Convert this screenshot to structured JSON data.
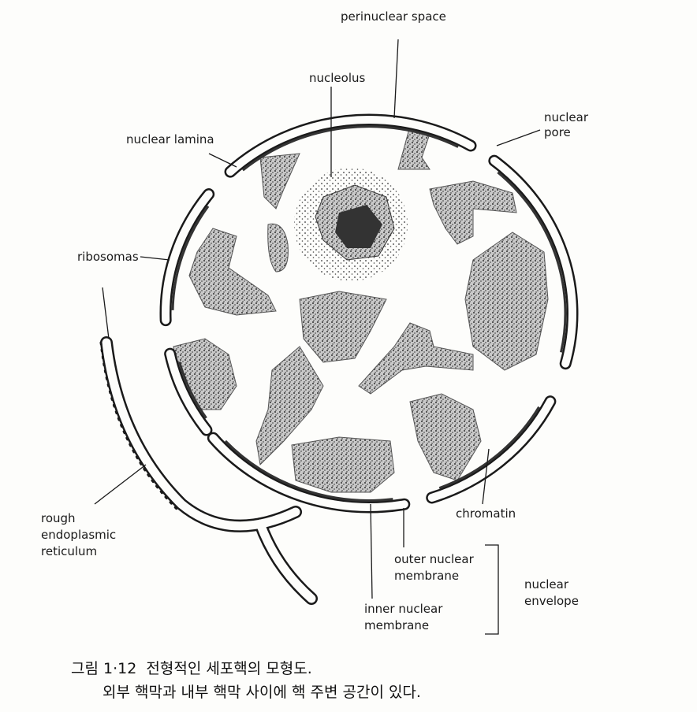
{
  "labels": {
    "perinuclear_space": "perinuclear space",
    "nucleolus": "nucleolus",
    "nuclear_lamina": "nuclear lamina",
    "nuclear_pore": "nuclear\npore",
    "ribosomas": "ribosomas",
    "chromatin": "chromatin",
    "rough_er": "rough\nendoplasmic\nreticulum",
    "outer_nuclear_membrane": "outer nuclear\nmembrane",
    "inner_nuclear_membrane": "inner nuclear\nmembrane",
    "nuclear_envelope": "nuclear\nenvelope"
  },
  "caption": {
    "line1": "그림 1·12  전형적인 세포핵의 모형도.",
    "line2": "외부 핵막과 내부 핵막 사이에 핵 주변 공간이 있다."
  },
  "colors": {
    "ink": "#1a1a1a",
    "chromatin": "#8a8a8a",
    "paper": "#fdfdfb"
  }
}
